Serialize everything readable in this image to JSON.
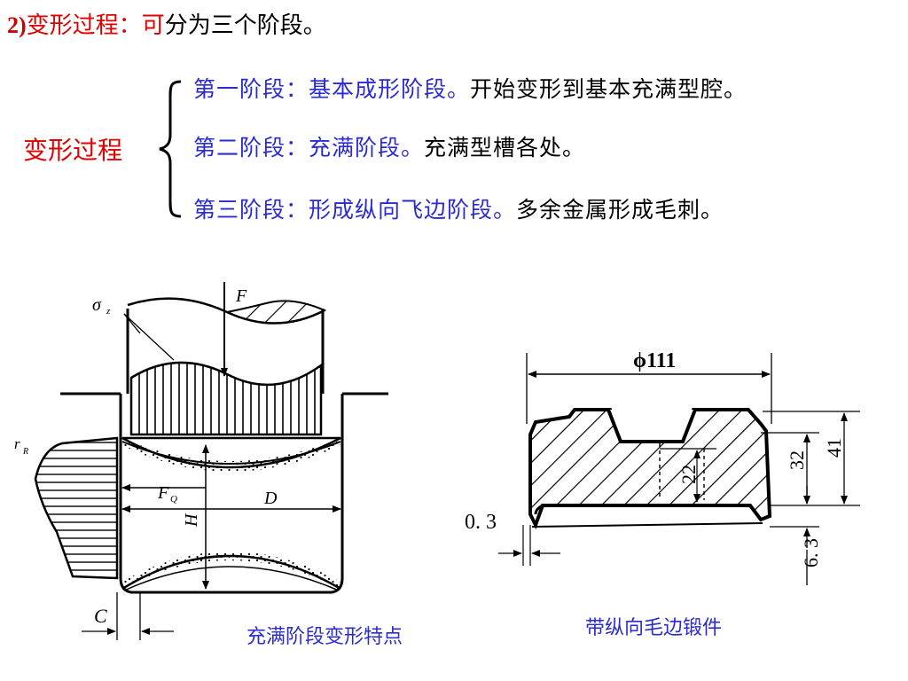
{
  "heading": {
    "number": "2)",
    "term": "变形过程：",
    "highlight": "可",
    "rest": "分为三个阶段。"
  },
  "process_label": "变形过程",
  "stages": [
    {
      "name": "第一阶段：基本成形阶段。",
      "desc": "开始变形到基本充满型腔。"
    },
    {
      "name": "第二阶段：充满阶段。",
      "desc": "充满型槽各处。"
    },
    {
      "name": "第三阶段：形成纵向飞边阶段。",
      "desc": "多余金属形成毛刺。"
    }
  ],
  "figure_left": {
    "caption": "充满阶段变形特点",
    "labels": {
      "sigma": "σ",
      "sigma_sub": "z",
      "force": "F",
      "fr": "r",
      "fr_sub": "R",
      "fq": "F",
      "fq_sub": "Q",
      "diameter": "D",
      "height": "H",
      "clearance": "C"
    }
  },
  "figure_right": {
    "caption": "带纵向毛边锻件",
    "labels": {
      "diameter": "ϕ111",
      "gap": "0. 3",
      "dim_22": "22",
      "dim_32": "32",
      "dim_41": "41",
      "dim_63": "6. 3"
    }
  },
  "colors": {
    "red": "#e00000",
    "blue": "#2b2bd6",
    "black": "#000000"
  }
}
